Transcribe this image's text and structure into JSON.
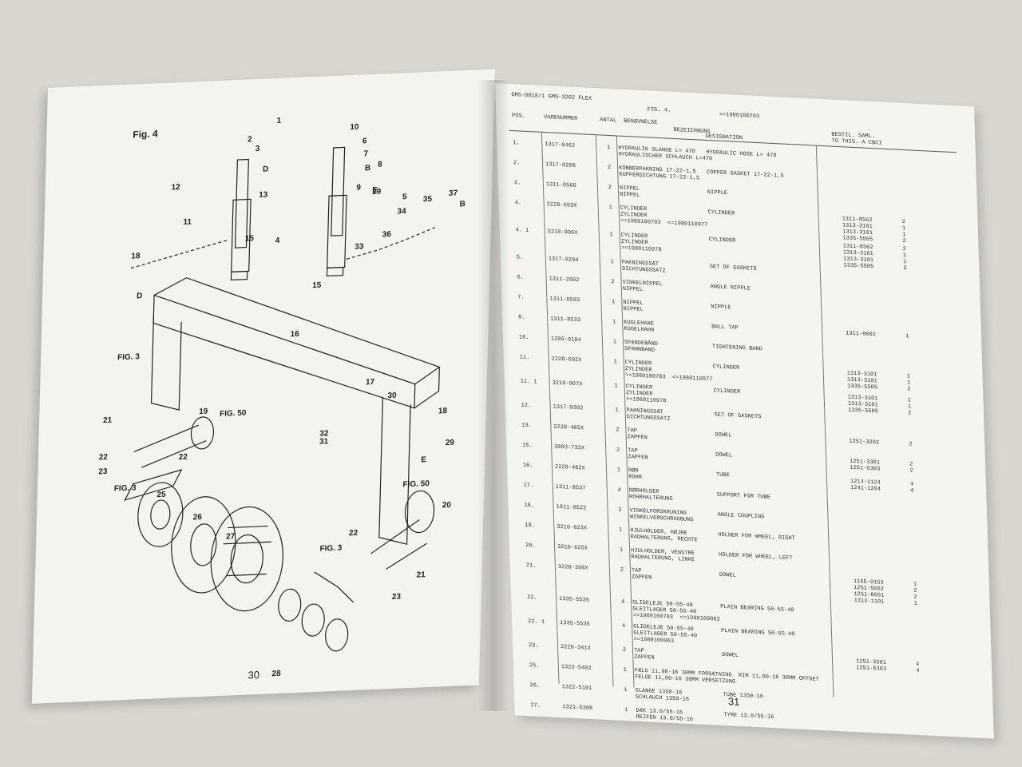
{
  "left_page": {
    "fig_title": "Fig. 4",
    "page_number": "30",
    "callouts": [
      "1",
      "2",
      "3",
      "4",
      "5",
      "6",
      "7",
      "8",
      "9",
      "10",
      "11",
      "12",
      "13",
      "15",
      "15",
      "16",
      "17",
      "18",
      "18",
      "19",
      "20",
      "21",
      "21",
      "22",
      "22",
      "22",
      "23",
      "23",
      "25",
      "26",
      "27",
      "28",
      "29",
      "29",
      "30",
      "31",
      "32",
      "33",
      "34",
      "35",
      "36",
      "37",
      "B",
      "B",
      "D",
      "D",
      "E",
      "E"
    ],
    "figure_refs": [
      "FIG. 3",
      "FIG. 50",
      "FIG. 3",
      "FIG. 50",
      "FIG. 3"
    ]
  },
  "right_page": {
    "page_number": "31",
    "header": {
      "doc_code": "GMS-0018/1 GMS-3202 FLEX",
      "fig": "FIG.  4.",
      "serial": ">=1980100703",
      "col_pos": "POS.",
      "col_part": "VARENUMMER",
      "col_qty": "ANTAL",
      "col_desc": "BENÆVNELSE",
      "col_bez": "BEZEICHNUNG",
      "col_designation": "DESIGNATION",
      "col_ref": "BESTIL. SAML.\nTO THIS. A CBCI"
    },
    "rows": [
      {
        "pos": "1.",
        "part": "1317-0462",
        "qty": "1",
        "desc": "HYDRAULIK SLANGE L= 470\nHYDRAULISCHER SCHLAUCH L=470",
        "eng": "HYDRAULIC HOSE L= 470",
        "ref": "",
        "refq": ""
      },
      {
        "pos": "2.",
        "part": "1317-0208",
        "qty": "2",
        "desc": "KOBBERPAKNING 17-22-1,5\nKUPFERDICHTUNG 17-22-1,5",
        "eng": "COPPER GASKET 17-22-1,5",
        "ref": "",
        "refq": ""
      },
      {
        "pos": "3.",
        "part": "1311-8566",
        "qty": "2",
        "desc": "NIPPEL\nNIPPEL",
        "eng": "NIPPLE",
        "ref": "",
        "refq": ""
      },
      {
        "pos": "4.",
        "part": "2228-693X",
        "qty": "1",
        "desc": "CYLINDER\nZYLINDER\n>=1980100703  <=1980110977",
        "eng": "CYLINDER",
        "ref": "1311-8562\n1313-3101\n1313-3101\n1335-5505",
        "refq": "2\n1\n1\n2"
      },
      {
        "pos": "4. 1",
        "part": "3210-906X",
        "qty": "1",
        "desc": "CYLINDER\nZYLINDER\n>=1980110978",
        "eng": "CYLINDER",
        "ref": "1311-8562\n1313-3101\n1313-3101\n1335-5505",
        "refq": "2\n1\n1\n2"
      },
      {
        "pos": "5.",
        "part": "1317-9294",
        "qty": "1",
        "desc": "PAKNINGSSÆT\nDICHTUNGSSATZ",
        "eng": "SET OF GASKETS",
        "ref": "",
        "refq": ""
      },
      {
        "pos": "6.",
        "part": "1311-2602",
        "qty": "2",
        "desc": "VINKELNIPPEL\nNIPPEL",
        "eng": "ANGLE NIPPLE",
        "ref": "",
        "refq": ""
      },
      {
        "pos": "7.",
        "part": "1311-8583",
        "qty": "1",
        "desc": "NIPPEL\nNIPPEL",
        "eng": "NIPPLE",
        "ref": "",
        "refq": ""
      },
      {
        "pos": "8.",
        "part": "1311-8533",
        "qty": "1",
        "desc": "KUGLEHANE\nKUGELHAHN",
        "eng": "BALL TAP",
        "ref": "1311-9002",
        "refq": "1"
      },
      {
        "pos": "10.",
        "part": "1299-0104",
        "qty": "1",
        "desc": "SPÆNDEBÅND\nSPANNBAND",
        "eng": "TIGHTENING BAND",
        "ref": "",
        "refq": ""
      },
      {
        "pos": "11.",
        "part": "2228-692X",
        "qty": "1",
        "desc": "CYLINDER\nZYLINDER\n>=1980100703  <=1980110977",
        "eng": "CYLINDER",
        "ref": "1313-3101\n1313-3101\n1335-5505",
        "refq": "1\n1\n2"
      },
      {
        "pos": "11. 1",
        "part": "3210-907X",
        "qty": "1",
        "desc": "CYLINDER\nZYLINDER\n>=1980110978",
        "eng": "CYLINDER",
        "ref": "1313-3101\n1313-3101\n1335-5505",
        "refq": "1\n1\n2"
      },
      {
        "pos": "12.",
        "part": "1317-9302",
        "qty": "1",
        "desc": "PAKNINGSSÆT\nDICHTUNGSSATZ",
        "eng": "SET OF GASKETS",
        "ref": "",
        "refq": ""
      },
      {
        "pos": "13.",
        "part": "2228-465X",
        "qty": "2",
        "desc": "TAP\nZAPFEN",
        "eng": "DOWEL",
        "ref": "1251-3202",
        "refq": "2"
      },
      {
        "pos": "15.",
        "part": "3083-733X",
        "qty": "2",
        "desc": "TAP\nZAPFEN",
        "eng": "DOWEL",
        "ref": "1251-3301\n1251-5303",
        "refq": "2\n2"
      },
      {
        "pos": "16.",
        "part": "2228-482X",
        "qty": "1",
        "desc": "RØR\nROHR",
        "eng": "TUBE",
        "ref": "1214-1124\n1241-1204",
        "refq": "4\n4"
      },
      {
        "pos": "17.",
        "part": "1311-8537",
        "qty": "4",
        "desc": "RØRHOLDER\nROHRHALTERUNG",
        "eng": "SUPPORT FOR TUBE",
        "ref": "",
        "refq": ""
      },
      {
        "pos": "18.",
        "part": "1311-8522",
        "qty": "2",
        "desc": "VINKELFORSKRUNING\nWINKELVERSCHRAUBUNG",
        "eng": "ANGLE COUPLING",
        "ref": "",
        "refq": ""
      },
      {
        "pos": "19.",
        "part": "3210-623X",
        "qty": "1",
        "desc": "HJULHOLDER, HØJRE\nRADHALTERUNG, RECHTE",
        "eng": "HOLDER FOR WHEEL, RIGHT",
        "ref": "",
        "refq": ""
      },
      {
        "pos": "20.",
        "part": "3210-625X",
        "qty": "1",
        "desc": "HJULHOLDER, VENSTRE\nRADHALTERUNG, LINKE",
        "eng": "HOLDER FOR WHEEL, LEFT",
        "ref": "",
        "refq": ""
      },
      {
        "pos": "21.",
        "part": "3228-390X",
        "qty": "2",
        "desc": "TAP\nZAPFEN",
        "eng": "DOWEL",
        "ref": "1165-0153\n1251-5602\n1251-8601\n1313-1101",
        "refq": "1\n2\n2\n1"
      },
      {
        "pos": "22.",
        "part": "1335-5535",
        "qty": "4",
        "desc": "GLIDELEJE 50-55-40\nGLEITLAGER 50-55-40\n>=1980100703  <=1980100862",
        "eng": "PLAIN BEARING 50-55-40",
        "ref": "",
        "refq": ""
      },
      {
        "pos": "22. 1",
        "part": "1335-5535",
        "qty": "4",
        "desc": "GLIDELEJE 50-55-40\nGLEITLAGER 50-55-40\n>=1980100963",
        "eng": "PLAIN BEARING 50-55-40",
        "ref": "",
        "refq": ""
      },
      {
        "pos": "23.",
        "part": "2228-341X",
        "qty": "2",
        "desc": "TAP\nZAPFEN",
        "eng": "DOWEL",
        "ref": "1251-3301\n1251-5303",
        "refq": "4\n4"
      },
      {
        "pos": "25.",
        "part": "1323-5402",
        "qty": "1",
        "desc": "FÆLG 11,00-16 30MM FORSÆTNING  RIM 11,00-16 30MM OFFSET\nFELGE 11,00-16 30MM VERSETZUNG",
        "eng": "",
        "ref": "",
        "refq": ""
      },
      {
        "pos": "26.",
        "part": "1322-5101",
        "qty": "1",
        "desc": "SLANGE 1350-16\nSCHLAUCH 1350-16",
        "eng": "TUBE 1350-16",
        "ref": "",
        "refq": ""
      },
      {
        "pos": "27.",
        "part": "1321-5308",
        "qty": "1",
        "desc": "DÆK 13.0/55-16\nREIFEN 13.0/55-16",
        "eng": "TYRE 13.0/55-16",
        "ref": "",
        "refq": ""
      }
    ]
  }
}
